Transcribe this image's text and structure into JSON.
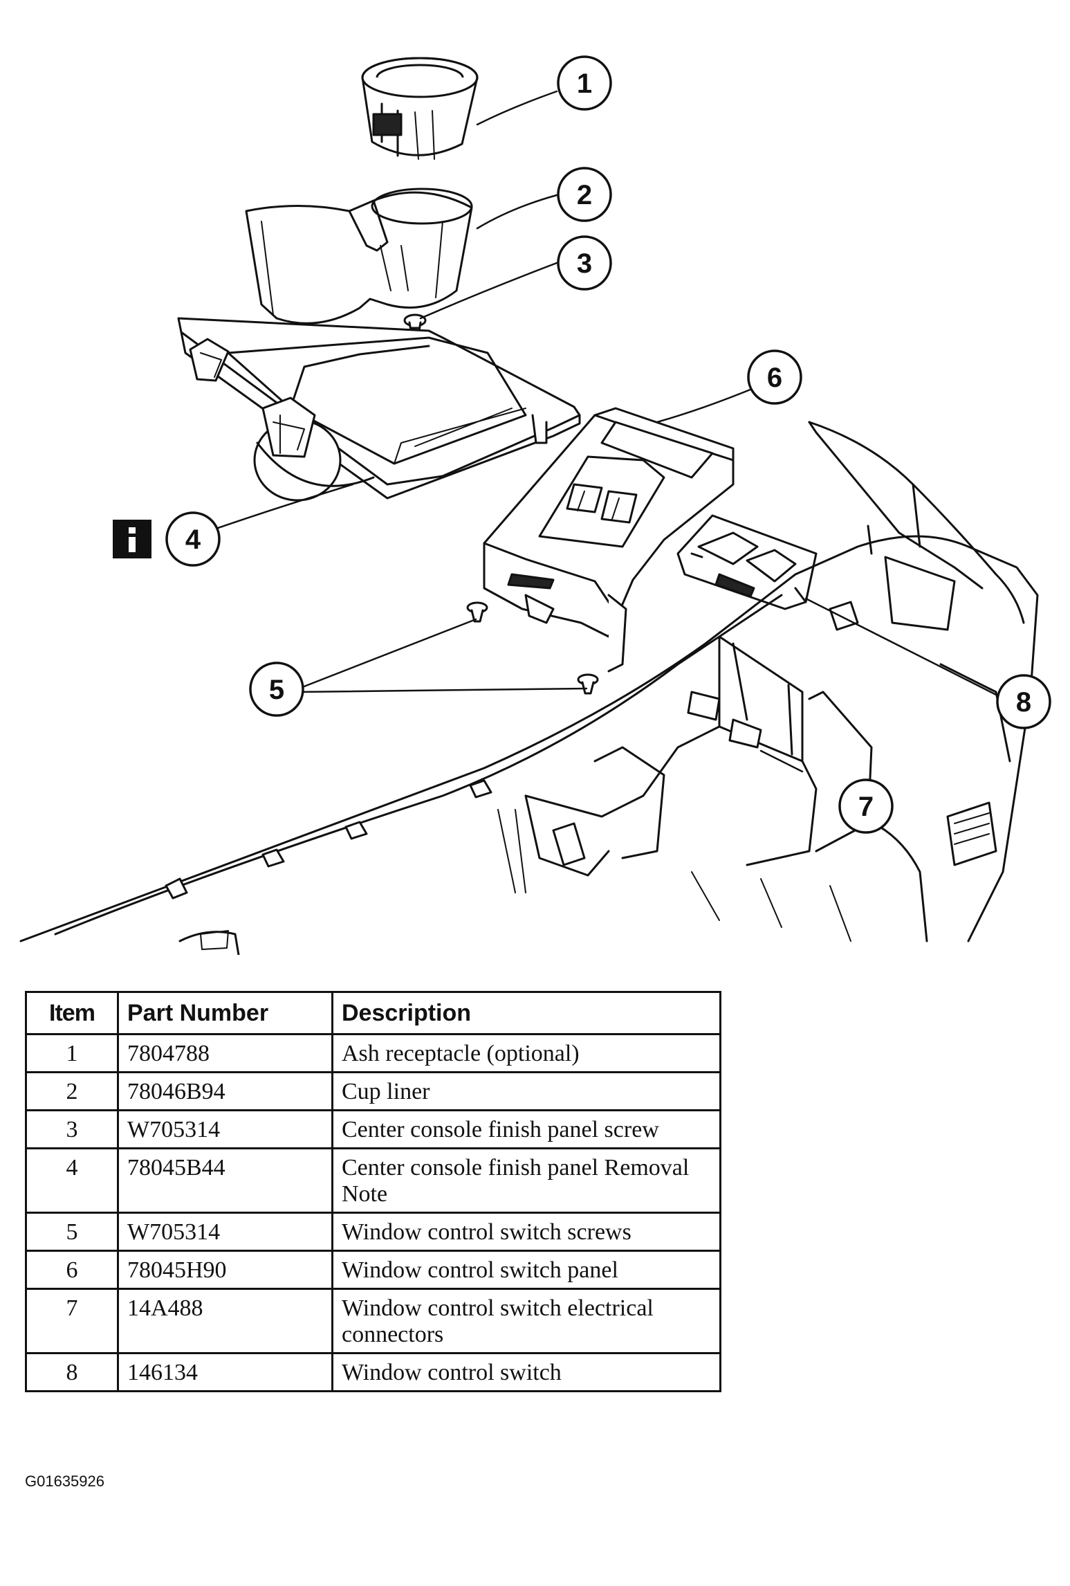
{
  "diagram": {
    "callouts": [
      "1",
      "2",
      "3",
      "4",
      "5",
      "6",
      "7",
      "8"
    ],
    "info_icon": "info-icon"
  },
  "table": {
    "headers": {
      "item": "Item",
      "part_number": "Part Number",
      "description": "Description"
    },
    "rows": [
      {
        "item": "1",
        "part_number": "7804788",
        "description": "Ash receptacle (optional)"
      },
      {
        "item": "2",
        "part_number": "78046B94",
        "description": "Cup liner"
      },
      {
        "item": "3",
        "part_number": "W705314",
        "description": "Center console finish panel screw"
      },
      {
        "item": "4",
        "part_number": "78045B44",
        "description": "Center console finish panel Removal Note"
      },
      {
        "item": "5",
        "part_number": "W705314",
        "description": "Window control switch screws"
      },
      {
        "item": "6",
        "part_number": "78045H90",
        "description": "Window control switch panel"
      },
      {
        "item": "7",
        "part_number": "14A488",
        "description": "Window control switch electrical connectors"
      },
      {
        "item": "8",
        "part_number": "146134",
        "description": "Window control switch"
      }
    ]
  },
  "figure_id": "G01635926"
}
